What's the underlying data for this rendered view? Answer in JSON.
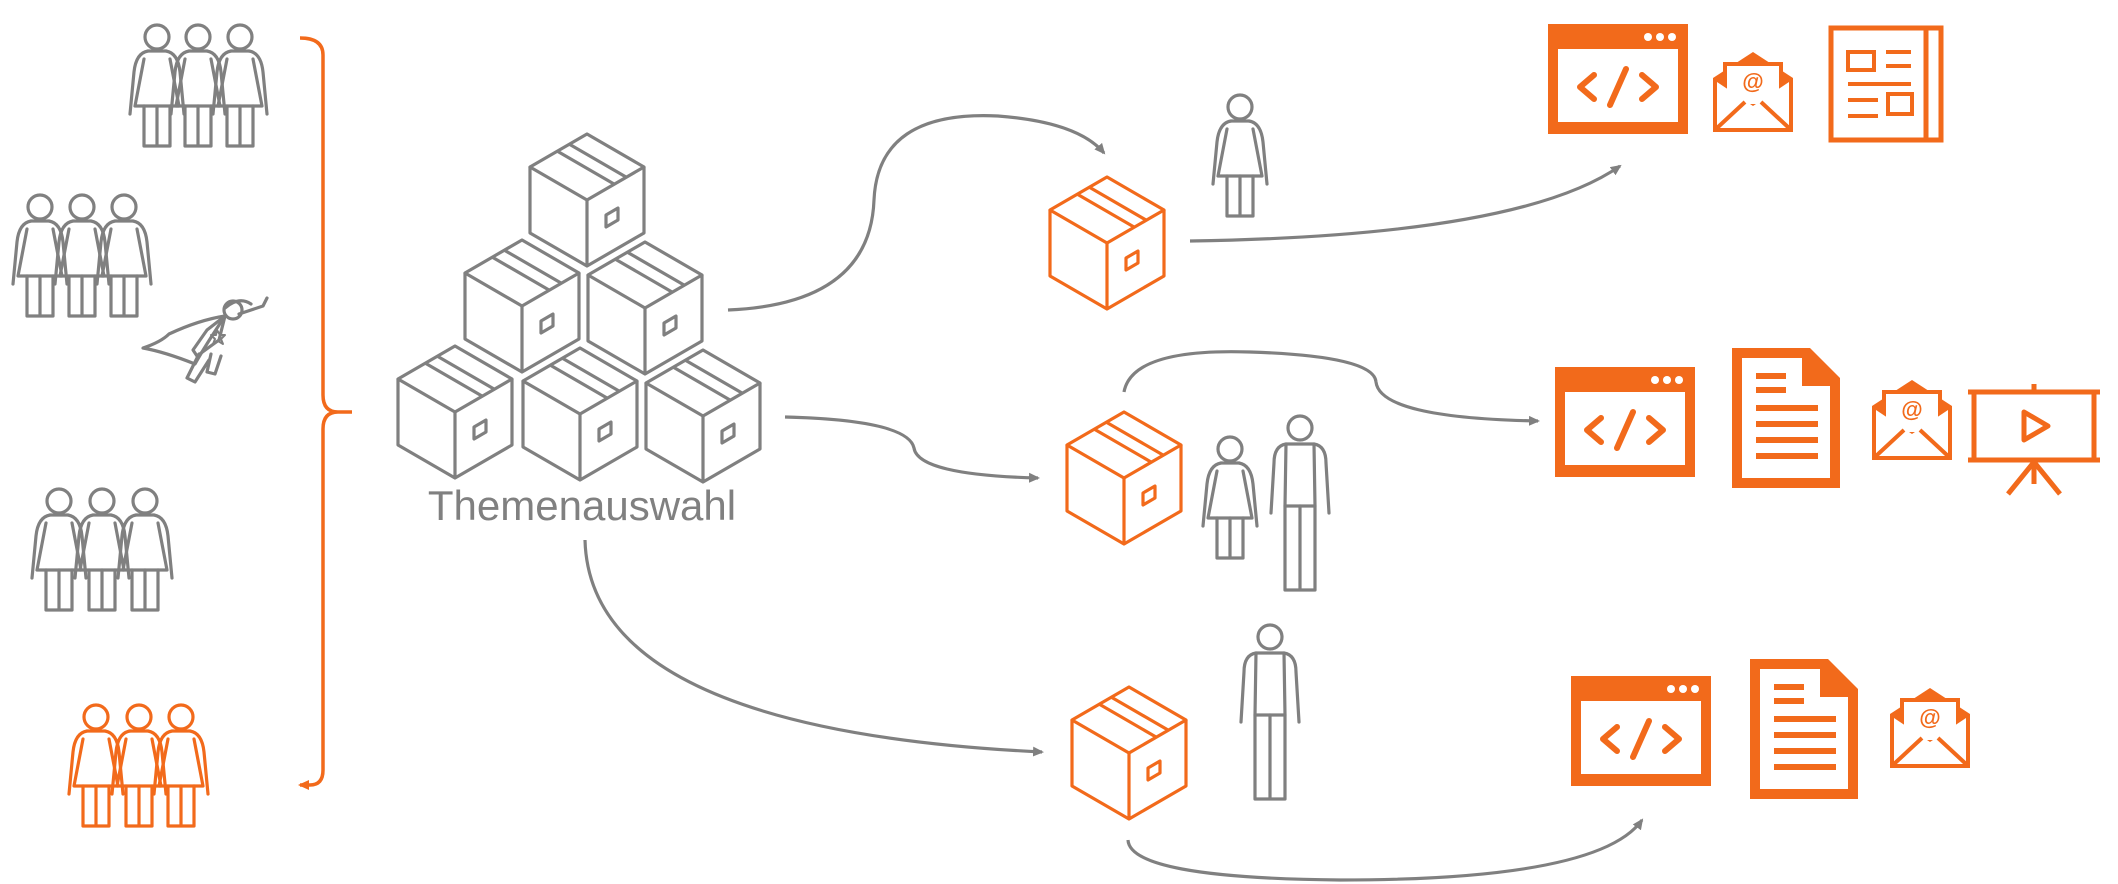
{
  "center_label": "Themenauswahl",
  "colors": {
    "accent": "#F26A1B",
    "neutral": "#808080",
    "background": "#ffffff"
  },
  "left_groups": [
    {
      "name": "group-women-top",
      "icons": [
        "woman-icon",
        "woman-icon",
        "woman-icon"
      ],
      "color": "neutral"
    },
    {
      "name": "group-women-hero",
      "icons": [
        "woman-icon",
        "woman-icon",
        "woman-icon",
        "superhero-icon"
      ],
      "color": "neutral"
    },
    {
      "name": "group-women-middle",
      "icons": [
        "woman-icon",
        "woman-icon",
        "woman-icon"
      ],
      "color": "neutral"
    },
    {
      "name": "group-women-target",
      "icons": [
        "woman-icon",
        "woman-icon",
        "woman-icon"
      ],
      "color": "accent"
    }
  ],
  "branches": [
    {
      "name": "branch-1",
      "package": "box-icon",
      "audience": [
        "woman-icon"
      ],
      "formats": [
        "code-window-icon",
        "email-icon",
        "newspaper-icon"
      ]
    },
    {
      "name": "branch-2",
      "package": "box-icon",
      "audience": [
        "woman-icon",
        "man-icon"
      ],
      "formats": [
        "code-window-icon",
        "document-icon",
        "email-icon",
        "presentation-icon"
      ]
    },
    {
      "name": "branch-3",
      "package": "box-icon",
      "audience": [
        "man-icon"
      ],
      "formats": [
        "code-window-icon",
        "document-icon",
        "email-icon"
      ]
    }
  ]
}
